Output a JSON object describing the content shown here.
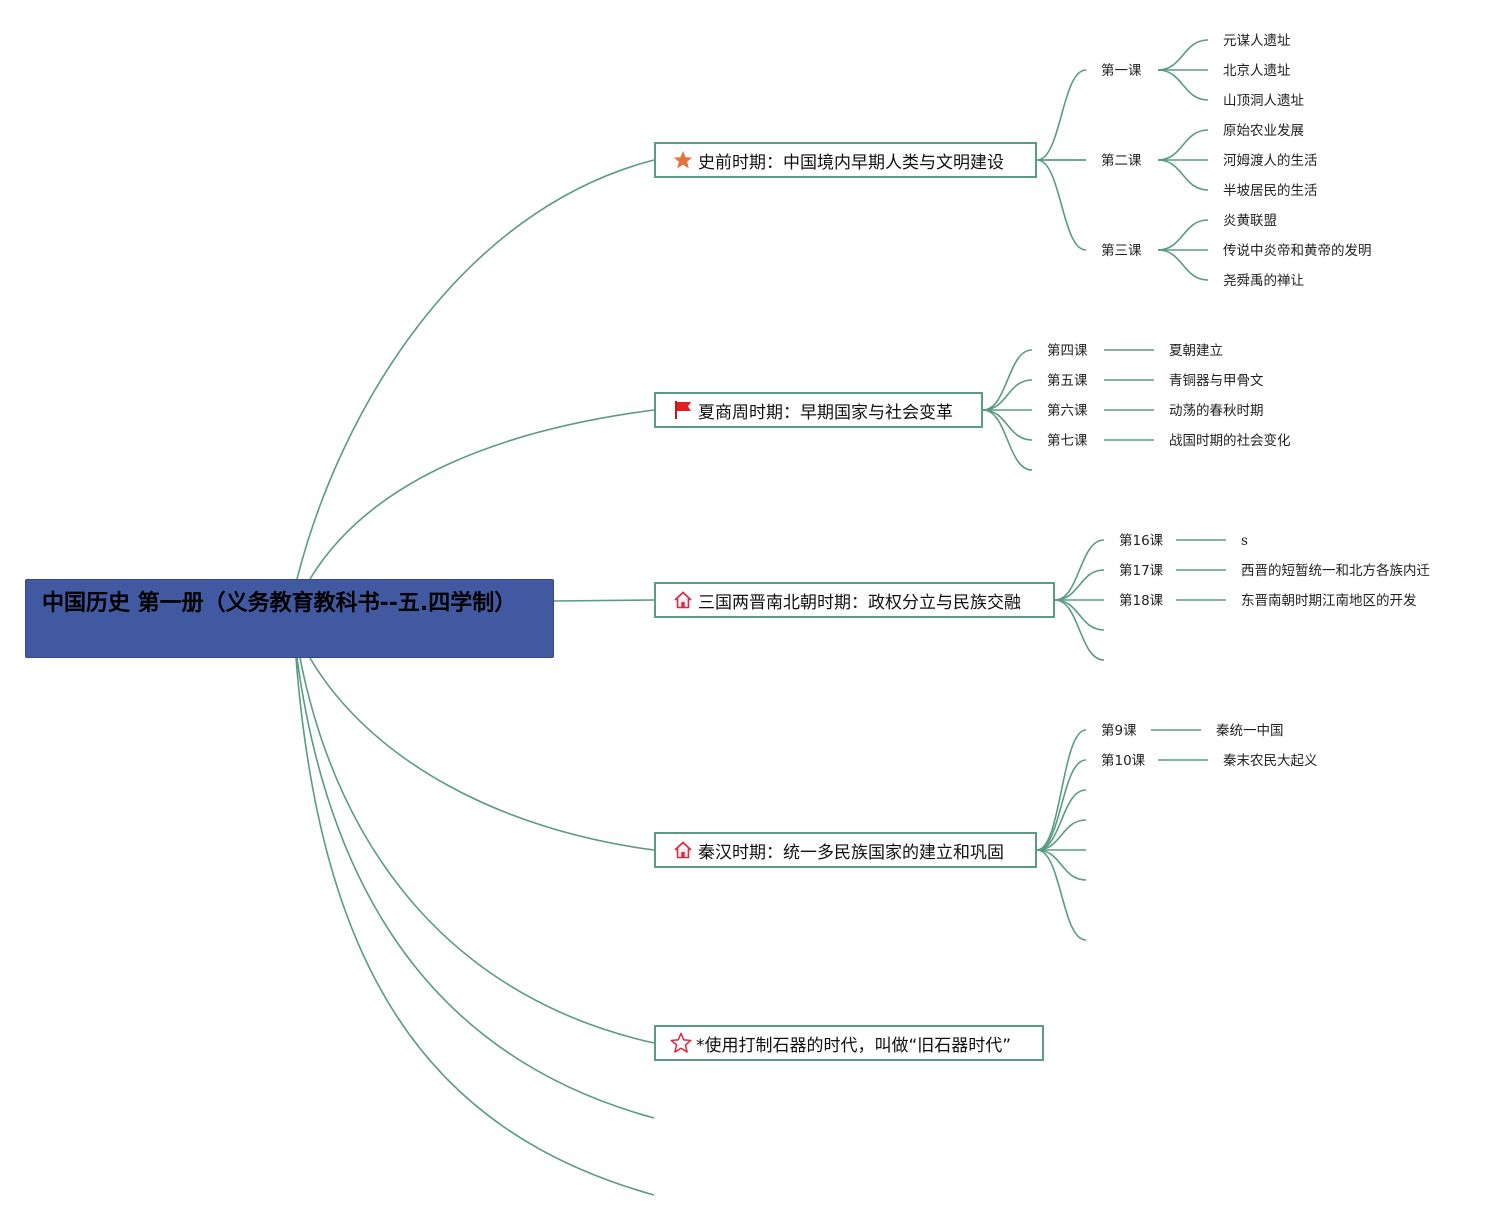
{
  "root": {
    "title": "中国历史 第一册（义务教育教科书--五.四学制）"
  },
  "colors": {
    "link": "#5a9a86",
    "root_fill": "#4159a0"
  },
  "topics": [
    {
      "icon": "orange-star-icon",
      "label": "史前时期：中国境内早期人类与文明建设",
      "lessons": [
        {
          "name": "第一课",
          "items": [
            "元谋人遗址",
            "北京人遗址",
            "山顶洞人遗址"
          ]
        },
        {
          "name": "第二课",
          "items": [
            "原始农业发展",
            "河姆渡人的生活",
            "半坡居民的生活"
          ]
        },
        {
          "name": "第三课",
          "items": [
            "炎黄联盟",
            "传说中炎帝和黄帝的发明",
            "尧舜禹的禅让"
          ]
        }
      ]
    },
    {
      "icon": "red-flag-icon",
      "label": "夏商周时期：早期国家与社会变革",
      "lessons": [
        {
          "name": "第四课",
          "items": [
            "夏朝建立"
          ]
        },
        {
          "name": "第五课",
          "items": [
            "青铜器与甲骨文"
          ]
        },
        {
          "name": "第六课",
          "items": [
            "动荡的春秋时期"
          ]
        },
        {
          "name": "第七课",
          "items": [
            "战国时期的社会变化"
          ]
        }
      ]
    },
    {
      "icon": "house-icon",
      "label": "三国两晋南北朝时期：政权分立与民族交融",
      "lessons": [
        {
          "name": "第16课",
          "items": [
            "s"
          ]
        },
        {
          "name": "第17课",
          "items": [
            "西晋的短暂统一和北方各族内迁"
          ]
        },
        {
          "name": "第18课",
          "items": [
            "东晋南朝时期江南地区的开发"
          ]
        }
      ]
    },
    {
      "icon": "house-icon",
      "label": "秦汉时期：统一多民族国家的建立和巩固",
      "lessons": [
        {
          "name": "第9课",
          "items": [
            "秦统一中国"
          ]
        },
        {
          "name": "第10课",
          "items": [
            "秦末农民大起义"
          ]
        }
      ]
    },
    {
      "icon": "star-outline-icon",
      "label": "*使用打制石器的时代，叫做“旧石器时代”",
      "lessons": []
    }
  ]
}
